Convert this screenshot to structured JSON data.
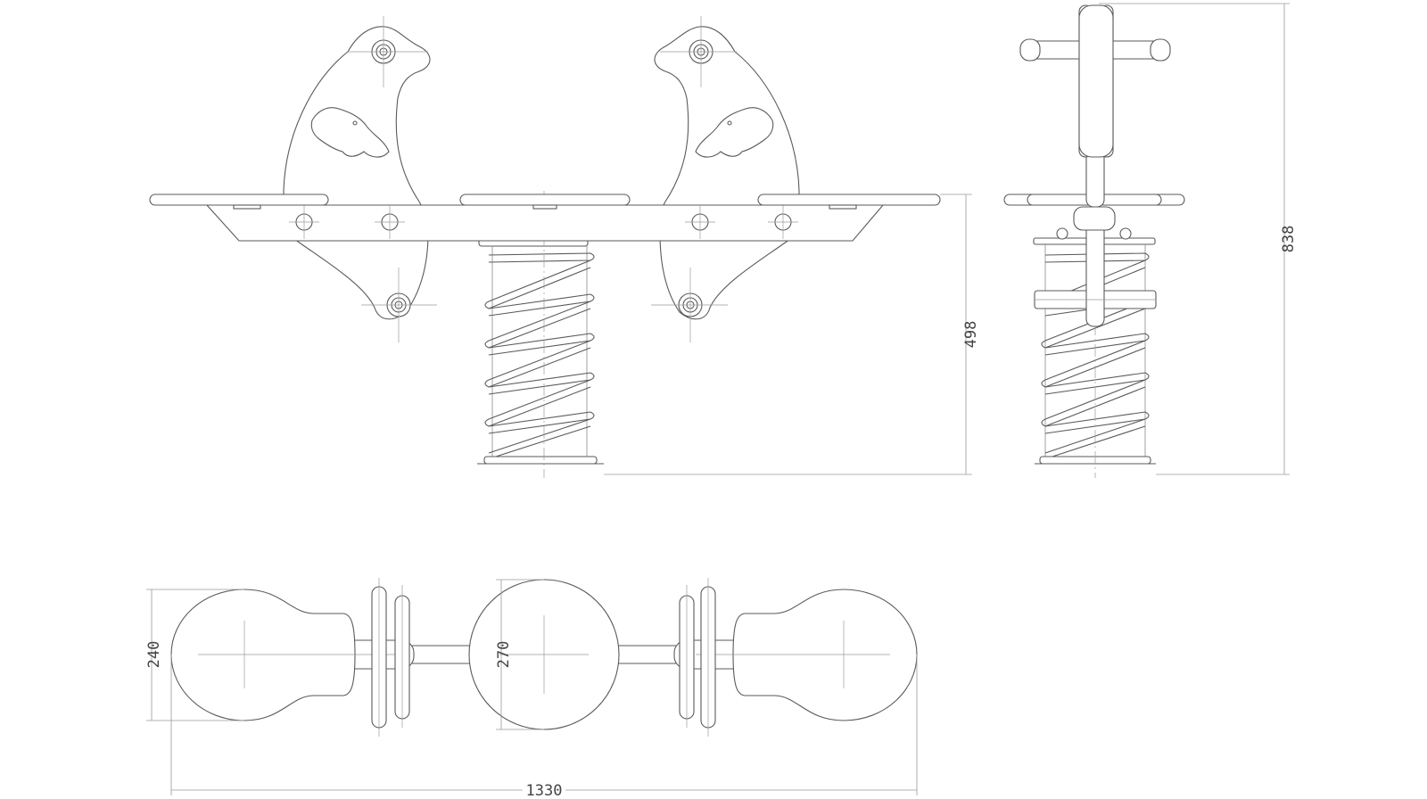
{
  "drawing": {
    "dimensions": {
      "total_height": "838",
      "seat_height": "498",
      "overall_length": "1330",
      "end_seat_width": "240",
      "center_seat_width": "270"
    }
  }
}
